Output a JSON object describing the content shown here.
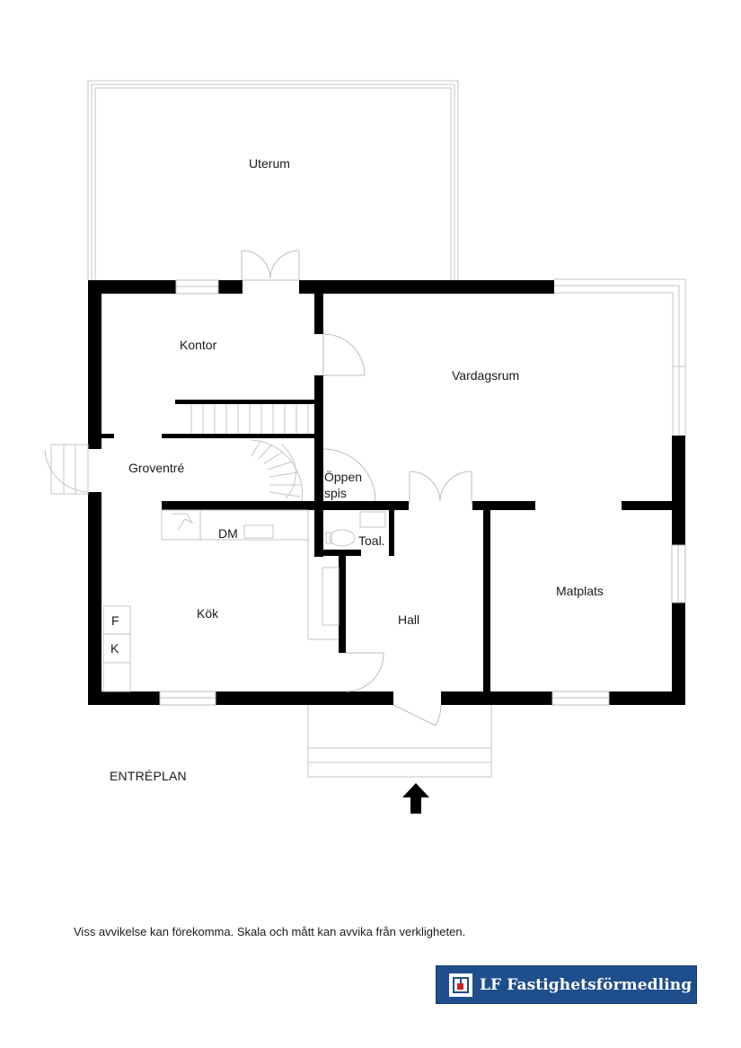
{
  "floor_plan": {
    "floor_name": "ENTRÉPLAN",
    "rooms": [
      {
        "id": "uterum",
        "label": "Uterum"
      },
      {
        "id": "kontor",
        "label": "Kontor"
      },
      {
        "id": "vardagsrum",
        "label": "Vardagsrum"
      },
      {
        "id": "groventre",
        "label": "Groventré"
      },
      {
        "id": "oppen-spis",
        "label_line1": "Öppen",
        "label_line2": "spis"
      },
      {
        "id": "kok",
        "label": "Kök"
      },
      {
        "id": "toalett",
        "label": "Toal."
      },
      {
        "id": "hall",
        "label": "Hall"
      },
      {
        "id": "matplats",
        "label": "Matplats"
      }
    ],
    "fixtures": {
      "dishwasher": "DM",
      "fridge": "F",
      "freezer": "K"
    },
    "entrance_arrow": "arrow-up-icon",
    "colors": {
      "wall": "#000000",
      "thin_line": "#bdbdbd",
      "background": "#ffffff"
    }
  },
  "disclaimer": "Viss avvikelse kan förekomma. Skala och mått kan avvika från verkligheten.",
  "logo": {
    "text": "LF Fastighetsförmedling",
    "background_color": "#1f4e8c",
    "accent_color": "#d21f26"
  }
}
